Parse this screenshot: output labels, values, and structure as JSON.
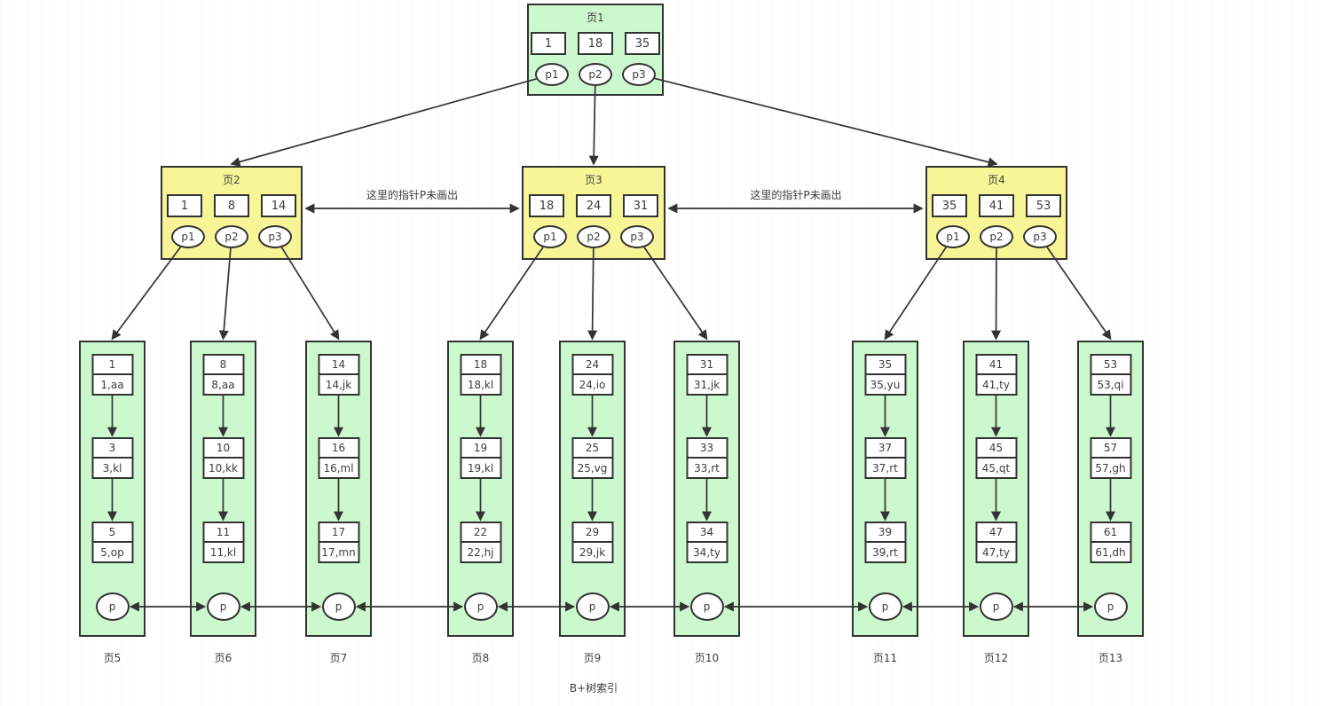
{
  "caption": "B+树索引",
  "notes": {
    "left": "这里的指针P未画出",
    "right": "这里的指针P未画出"
  },
  "root": {
    "title": "页1",
    "keys": [
      "1",
      "18",
      "35"
    ],
    "pointers": [
      "p1",
      "p2",
      "p3"
    ]
  },
  "internal": [
    {
      "title": "页2",
      "keys": [
        "1",
        "8",
        "14"
      ],
      "pointers": [
        "p1",
        "p2",
        "p3"
      ]
    },
    {
      "title": "页3",
      "keys": [
        "18",
        "24",
        "31"
      ],
      "pointers": [
        "p1",
        "p2",
        "p3"
      ]
    },
    {
      "title": "页4",
      "keys": [
        "35",
        "41",
        "53"
      ],
      "pointers": [
        "p1",
        "p2",
        "p3"
      ]
    }
  ],
  "leaves": [
    {
      "title": "页5",
      "pointer": "p",
      "records": [
        {
          "key": "1",
          "row": "1,aa"
        },
        {
          "key": "3",
          "row": "3,kl"
        },
        {
          "key": "5",
          "row": "5,op"
        }
      ]
    },
    {
      "title": "页6",
      "pointer": "p",
      "records": [
        {
          "key": "8",
          "row": "8,aa"
        },
        {
          "key": "10",
          "row": "10,kk"
        },
        {
          "key": "11",
          "row": "11,kl"
        }
      ]
    },
    {
      "title": "页7",
      "pointer": "p",
      "records": [
        {
          "key": "14",
          "row": "14,jk"
        },
        {
          "key": "16",
          "row": "16,ml"
        },
        {
          "key": "17",
          "row": "17,mn"
        }
      ]
    },
    {
      "title": "页8",
      "pointer": "p",
      "records": [
        {
          "key": "18",
          "row": "18,kl"
        },
        {
          "key": "19",
          "row": "19,kl"
        },
        {
          "key": "22",
          "row": "22,hj"
        }
      ]
    },
    {
      "title": "页9",
      "pointer": "p",
      "records": [
        {
          "key": "24",
          "row": "24,io"
        },
        {
          "key": "25",
          "row": "25,vg"
        },
        {
          "key": "29",
          "row": "29,jk"
        }
      ]
    },
    {
      "title": "页10",
      "pointer": "p",
      "records": [
        {
          "key": "31",
          "row": "31,jk"
        },
        {
          "key": "33",
          "row": "33,rt"
        },
        {
          "key": "34",
          "row": "34,ty"
        }
      ]
    },
    {
      "title": "页11",
      "pointer": "p",
      "records": [
        {
          "key": "35",
          "row": "35,yu"
        },
        {
          "key": "37",
          "row": "37,rt"
        },
        {
          "key": "39",
          "row": "39,rt"
        }
      ]
    },
    {
      "title": "页12",
      "pointer": "p",
      "records": [
        {
          "key": "41",
          "row": "41,ty"
        },
        {
          "key": "45",
          "row": "45,qt"
        },
        {
          "key": "47",
          "row": "47,ty"
        }
      ]
    },
    {
      "title": "页13",
      "pointer": "p",
      "records": [
        {
          "key": "53",
          "row": "53,qi"
        },
        {
          "key": "57",
          "row": "57,gh"
        },
        {
          "key": "61",
          "row": "61,dh"
        }
      ]
    }
  ],
  "colors": {
    "leaf_fill": "#ccf8cd",
    "internal_fill": "#f7f596",
    "stroke": "#333333",
    "text": "#3d3d3d"
  }
}
